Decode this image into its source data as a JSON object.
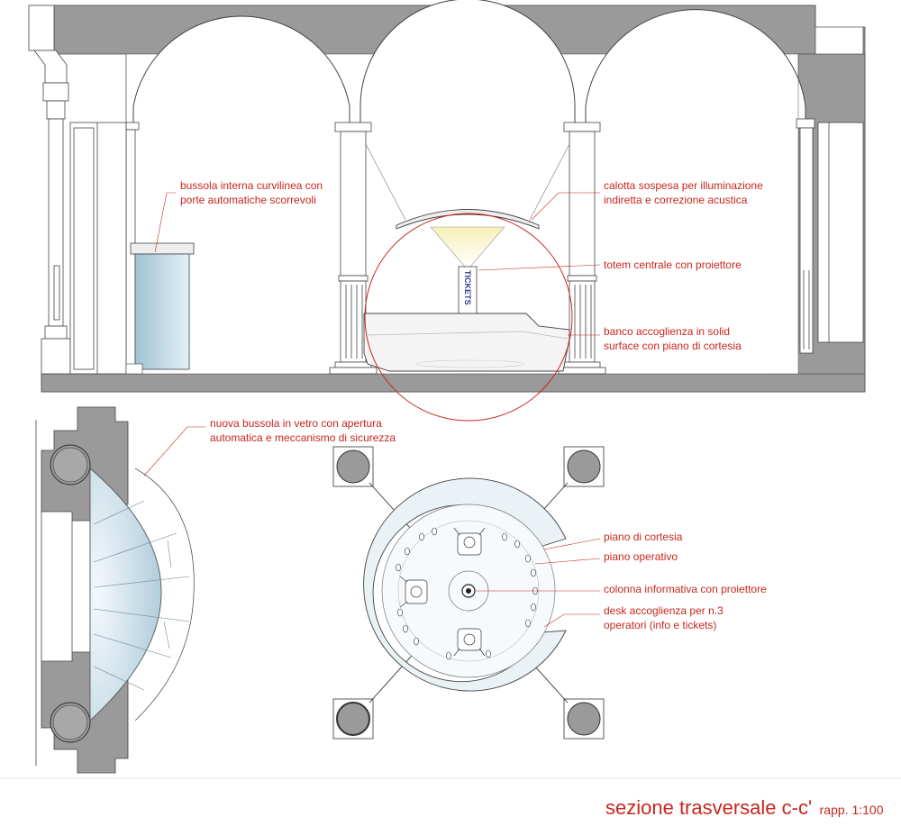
{
  "drawing": {
    "title": "sezione trasversale c-c'",
    "scale": "rapp. 1:100",
    "accent_color": "#c8261e",
    "wall_color": "#9a9a9a",
    "glass_color": "#b9d5e2"
  },
  "section_labels": {
    "bussola_line1": "bussola interna curvilinea con",
    "bussola_line2": "porte automatiche scorrevoli",
    "calotta_line1": "calotta sospesa per illuminazione",
    "calotta_line2": "indiretta e correzione acustica",
    "totem": "totem centrale con proiettore",
    "banco_line1": "banco accoglienza in solid",
    "banco_line2": "surface con piano di cortesia",
    "totem_sign": "TICKETS"
  },
  "plan_labels": {
    "nuova_line1": "nuova bussola in vetro con apertura",
    "nuova_line2": "automatica e meccanismo di sicurezza",
    "piano_cortesia": "piano di cortesia",
    "piano_operativo": "piano operativo",
    "colonna": "colonna informativa con proiettore",
    "desk_line1": "desk accoglienza per n.3",
    "desk_line2": "operatori (info e tickets)"
  }
}
